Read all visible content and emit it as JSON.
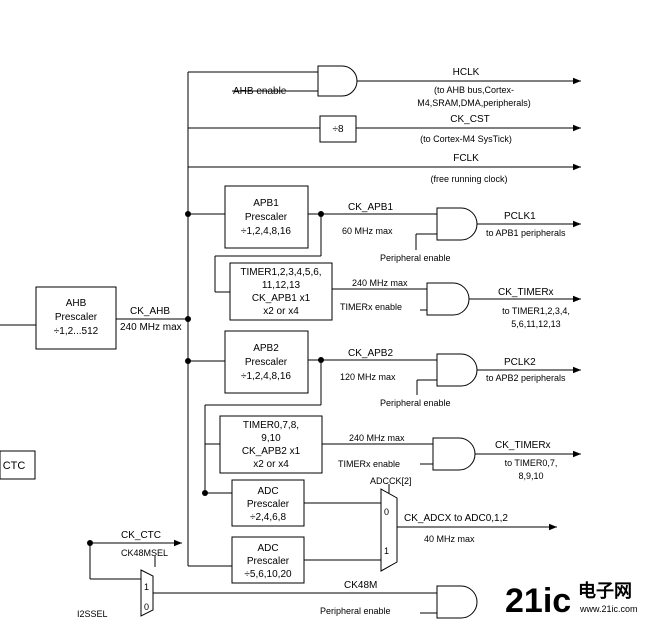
{
  "blocks": {
    "ahb_prescaler": [
      "AHB",
      "Prescaler",
      "÷1,2...512"
    ],
    "apb1_prescaler": [
      "APB1",
      "Prescaler",
      "÷1,2,4,8,16"
    ],
    "apb2_prescaler": [
      "APB2",
      "Prescaler",
      "÷1,2,4,8,16"
    ],
    "div8": [
      "÷8"
    ],
    "timer_apb1": [
      "TIMER1,2,3,4,5,6,",
      "11,12,13",
      "CK_APB1 x1",
      "x2 or x4"
    ],
    "timer_apb2": [
      "TIMER0,7,8,",
      "9,10",
      "CK_APB2 x1",
      "x2 or x4"
    ],
    "adc_pre1": [
      "ADC",
      "Prescaler",
      "÷2,4,6,8"
    ],
    "adc_pre2": [
      "ADC",
      "Prescaler",
      "÷5,6,10,20"
    ],
    "ctc": [
      "CTC"
    ]
  },
  "labels": {
    "ahb_enable": "AHB enable",
    "hclk": "HCLK",
    "hclk_desc": [
      "(to AHB bus,Cortex-",
      "M4,SRAM,DMA,peripherals)"
    ],
    "ck_cst": "CK_CST",
    "ck_cst_desc": "(to Cortex-M4 SysTick)",
    "fclk": "FCLK",
    "fclk_desc": "(free running clock)",
    "ck_ahb": "CK_AHB",
    "ck_ahb_max": "240 MHz max",
    "ck_apb1": "CK_APB1",
    "apb1_max": "60 MHz max",
    "periph_enable_1": "Peripheral enable",
    "pclk1": "PCLK1",
    "pclk1_desc": "to APB1 peripherals",
    "timer1_max": "240 MHz max",
    "timerx_enable_1": "TIMERx enable",
    "ck_timerx_1": "CK_TIMERx",
    "timer1_dest": [
      "to TIMER1,2,3,4,",
      "5,6,11,12,13"
    ],
    "ck_apb2": "CK_APB2",
    "apb2_max": "120 MHz max",
    "periph_enable_2": "Peripheral enable",
    "pclk2": "PCLK2",
    "pclk2_desc": "to APB2 peripherals",
    "timer2_max": "240 MHz max",
    "timerx_enable_2": "TIMERx enable",
    "ck_timerx_2": "CK_TIMERx",
    "timer2_dest": [
      "to TIMER0,7,",
      "8,9,10"
    ],
    "adcck": "ADCCK[2]",
    "mux_0": "0",
    "mux_1": "1",
    "ck_adcx": "CK_ADCX to ADC0,1,2",
    "adc_max": "40 MHz max",
    "ck_ctc": "CK_CTC",
    "ck48msel": "CK48MSEL",
    "mux2_1": "1",
    "mux2_0": "0",
    "i2ssel": "I2SSEL",
    "ck48m": "CK48M",
    "periph_enable_3": "Peripheral enable"
  },
  "watermark": {
    "logo_main": "21ic",
    "logo_cn": "电子网",
    "logo_url": "www.21ic.com"
  },
  "colors": {
    "line": "#000000",
    "watermark": "#d9d9d9"
  }
}
